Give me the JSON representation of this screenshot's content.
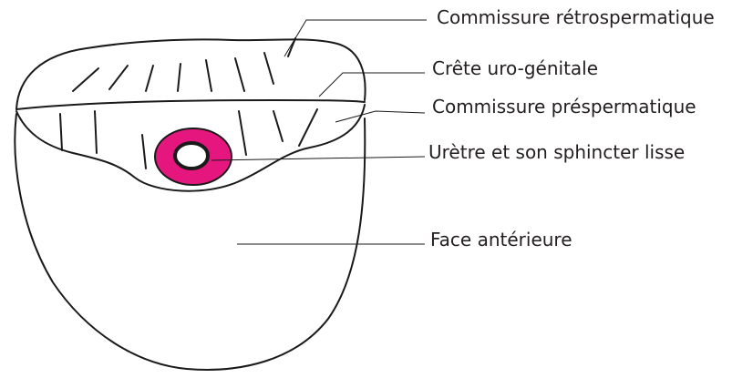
{
  "colors": {
    "outline": "#1a1a1a",
    "sphincter": "#e5177e",
    "background": "#ffffff"
  },
  "labels": {
    "commissure_retro": "Commissure rétrospermatique",
    "crete": "Crête uro-génitale",
    "commissure_pre": "Commissure préspermatique",
    "uretre": "Urètre et son sphincter lisse",
    "face": "Face antérieure"
  }
}
